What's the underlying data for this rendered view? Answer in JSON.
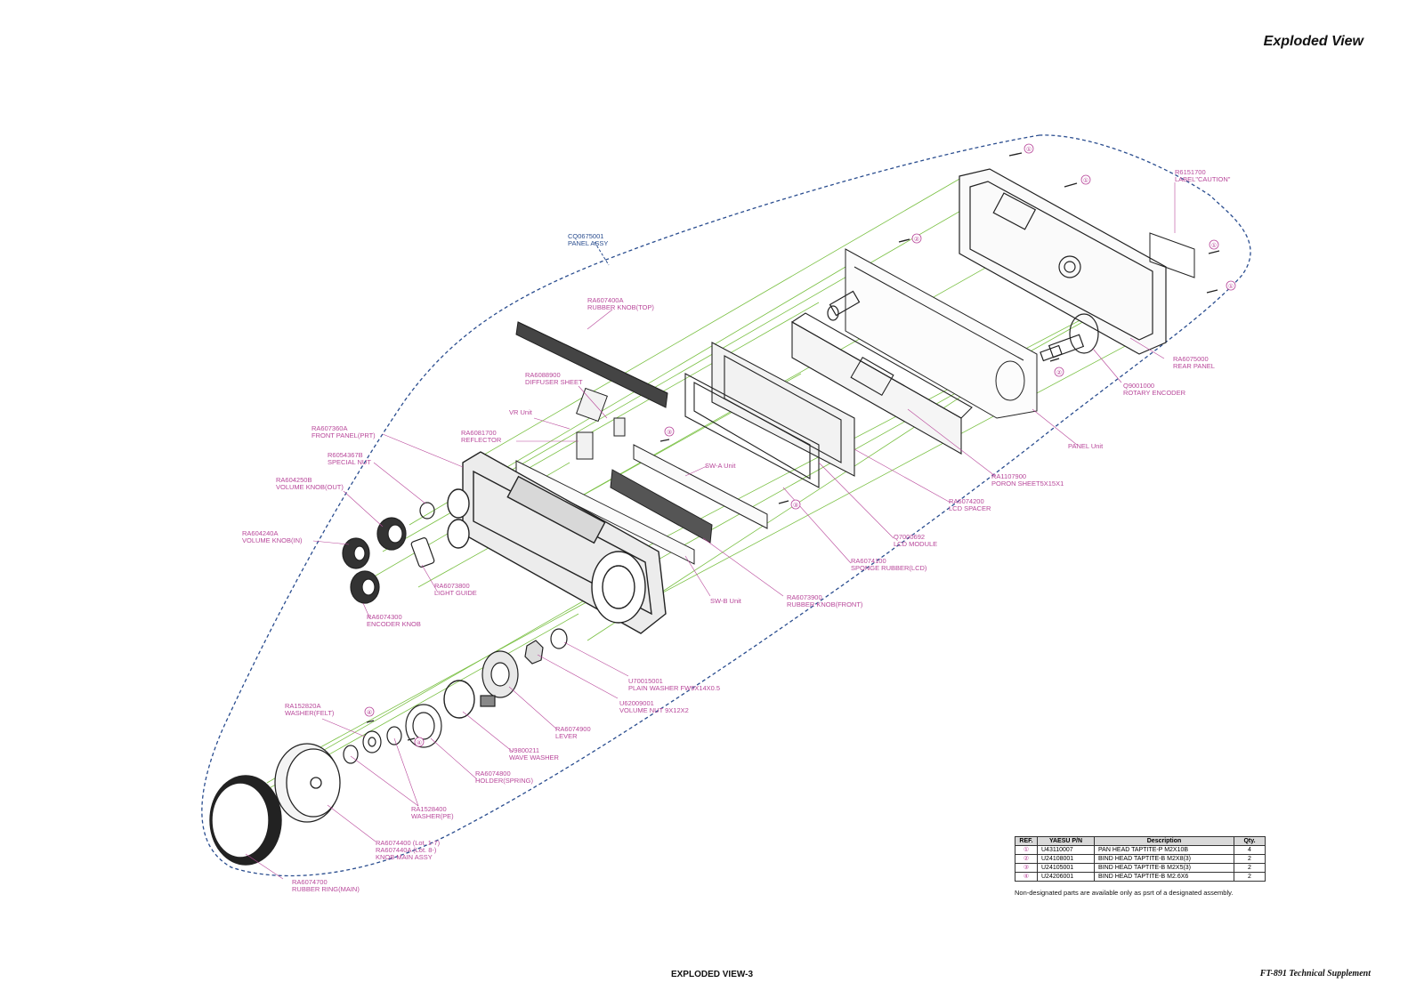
{
  "page_title": "Exploded View",
  "footer": {
    "center": "EXPLODED VIEW-3",
    "right": "FT-891 Technical Supplement"
  },
  "colors": {
    "label": "#b8479a",
    "assy_line": "#2a4d8f",
    "guide_line": "#7ac043",
    "parts": "#222222"
  },
  "labels": {
    "panel_assy": [
      "CQ0675001",
      "PANEL ASSY"
    ],
    "label_caution": [
      "R6151700",
      "LABEL\"CAUTION\""
    ],
    "rubber_knob_top": [
      "RA607400A",
      "RUBBER KNOB(TOP)"
    ],
    "diffuser": [
      "RA6088900",
      "DIFFUSER SHEET"
    ],
    "vr_unit": [
      "VR Unit"
    ],
    "reflector": [
      "RA6081700",
      "REFLECTOR"
    ],
    "front_panel": [
      "RA607360A",
      "FRONT PANEL(PRT)"
    ],
    "special_nut": [
      "R6054367B",
      "SPECIAL NUT"
    ],
    "vol_knob_out": [
      "RA604250B",
      "VOLUME KNOB(OUT)"
    ],
    "vol_knob_in": [
      "RA604240A",
      "VOLUME KNOB(IN)"
    ],
    "light_guide": [
      "RA6073800",
      "LIGHT GUIDE"
    ],
    "encoder_knob": [
      "RA6074300",
      "ENCODER KNOB"
    ],
    "rear_panel": [
      "RA6075000",
      "REAR PANEL"
    ],
    "rotary_encoder": [
      "Q9001000",
      "ROTARY ENCODER"
    ],
    "panel_unit": [
      "PANEL Unit"
    ],
    "poron": [
      "RA1107900",
      "PORON SHEET5X15X1"
    ],
    "lcd_spacer": [
      "RA6074200",
      "LCD SPACER"
    ],
    "lcd_module": [
      "Q7000692",
      "LCD MODULE"
    ],
    "sponge": [
      "RA6074100",
      "SPONGE RUBBER(LCD)"
    ],
    "swa": [
      "SW-A Unit"
    ],
    "swb": [
      "SW-B Unit"
    ],
    "rubber_knob_front": [
      "RA6073900",
      "RUBBER KNOB(FRONT)"
    ],
    "plain_washer": [
      "U70015001",
      "PLAIN WASHER FW9X14X0.5"
    ],
    "volume_nut": [
      "U62009001",
      "VOLUME NUT 9X12X2"
    ],
    "lever": [
      "RA6074900",
      "LEVER"
    ],
    "wave_washer": [
      "U9800211",
      "WAVE WASHER"
    ],
    "holder_spring": [
      "RA6074800",
      "HOLDER(SPRING)"
    ],
    "washer_felt": [
      "RA152820A",
      "WASHER(FELT)"
    ],
    "washer_pe": [
      "RA1528400",
      "WASHER(PE)"
    ],
    "knob_main": [
      "RA6074400 (Lot. 1-7)",
      "RA607440A (Lot. 8-)",
      "KNOB MAIN ASSY"
    ],
    "rubber_ring": [
      "RA6074700",
      "RUBBER RING(MAIN)"
    ]
  },
  "callouts": [
    "①",
    "②",
    "③",
    "④"
  ],
  "bom": {
    "headers": [
      "REF.",
      "YAESU P/N",
      "Description",
      "Qty."
    ],
    "rows": [
      {
        "ref": "①",
        "pn": "U43110007",
        "desc": "PAN HEAD TAPTITE-P M2X10B",
        "qty": "4"
      },
      {
        "ref": "②",
        "pn": "U24108001",
        "desc": "BIND HEAD TAPTITE-B M2X8(3)",
        "qty": "2"
      },
      {
        "ref": "③",
        "pn": "U24105001",
        "desc": "BIND HEAD TAPTITE-B M2X5(3)",
        "qty": "2"
      },
      {
        "ref": "④",
        "pn": "U24206001",
        "desc": "BIND HEAD TAPTITE-B M2.6X6",
        "qty": "2"
      }
    ],
    "note": "Non-designated parts are available only as psrt of a designated assembly."
  }
}
